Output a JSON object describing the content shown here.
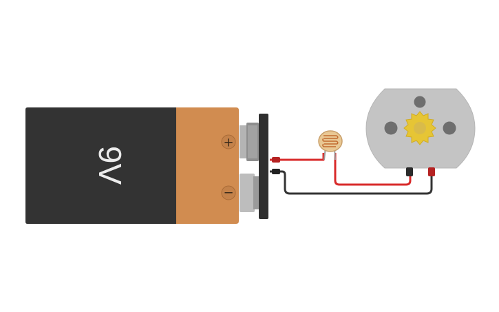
{
  "battery": {
    "label": "9V",
    "positive_symbol": "+",
    "negative_symbol": "−",
    "body_color": "#333333",
    "cap_color": "#d18c50",
    "connector_color": "#2f2f2f"
  },
  "components": [
    {
      "kind": "battery-9v"
    },
    {
      "kind": "photoresistor"
    },
    {
      "kind": "dc-motor"
    }
  ],
  "wires": {
    "positive_color": "#d82a2a",
    "negative_color": "#333333"
  },
  "motor": {
    "body_color": "#c4c4c4",
    "gear_color": "#e6c535"
  },
  "photoresistor": {
    "body_color": "#e9c894",
    "track_color": "#c26a2f"
  }
}
